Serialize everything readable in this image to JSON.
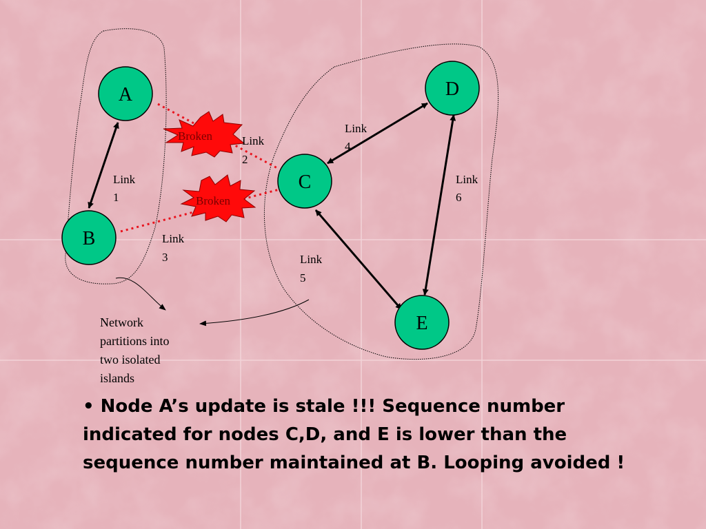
{
  "colors": {
    "background": "#e6b3bb",
    "node_fill": "#00c887",
    "broken_fill": "#ff0a0a",
    "broken_link": "#e8141e"
  },
  "nodes": {
    "a": "A",
    "b": "B",
    "c": "C",
    "d": "D",
    "e": "E"
  },
  "links": {
    "link1": [
      "Link",
      "1"
    ],
    "link2": [
      "Link",
      "2"
    ],
    "link3": [
      "Link",
      "3"
    ],
    "link4": [
      "Link",
      "4"
    ],
    "link5": [
      "Link",
      "5"
    ],
    "link6": [
      "Link",
      "6"
    ]
  },
  "broken_labels": {
    "top": "Broken",
    "bottom": "Broken"
  },
  "annotation": [
    "Network",
    "partitions into",
    "two isolated",
    "islands"
  ],
  "bullet": "• Node A’s update is stale !!! Sequence number indicated for nodes C,D, and E is lower than the sequence number maintained at B. Looping avoided !"
}
